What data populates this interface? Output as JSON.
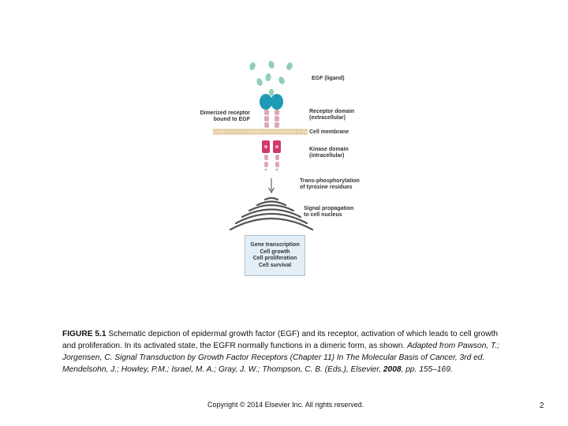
{
  "diagram": {
    "labels": {
      "egf": "EGF (ligand)",
      "dimerized": "Dimerized receptor\nbound to EGF",
      "receptor_domain": "Receptor domain\n(extracellular)",
      "membrane": "Cell membrane",
      "kinase": "Kinase domain\n(intracellular)",
      "transphos": "Trans-phosphorylation\nof tyrosine residues",
      "signal": "Signal propagation\nto cell nucleus"
    },
    "outcomes": [
      "Gene transcription",
      "Cell growth",
      "Cell proliferation",
      "Cell survival"
    ],
    "colors": {
      "ligand": "#8fd0b4",
      "receptor_head": "#1e9ab5",
      "receptor_stalk": "#d9a9b4",
      "kinase": "#d23a6b",
      "membrane": "#e8cda0",
      "box_fill": "#e3eef7"
    }
  },
  "caption": {
    "title": "FIGURE 5.1",
    "text": " Schematic depiction of epidermal growth factor (EGF) and its receptor, activation of which leads to cell growth and proliferation. In its activated state, the EGFR normally functions in a dimeric form, as shown. ",
    "credit": "Adapted from Pawson, T.; Jorgensen, C. Signal Transduction by Growth Factor Receptors (Chapter 11) In The Molecular Basis of Cancer, 3rd ed. Mendelsohn, J.; Howley, P.M.; Israel, M. A.; Gray, J. W.; Thompson, C. B. (Eds.), Elsevier, ",
    "year": "2008",
    "pages": ", pp. 155–169."
  },
  "footer": {
    "copyright": "Copyright © 2014 Elsevier Inc. All rights reserved.",
    "page_number": "2"
  }
}
